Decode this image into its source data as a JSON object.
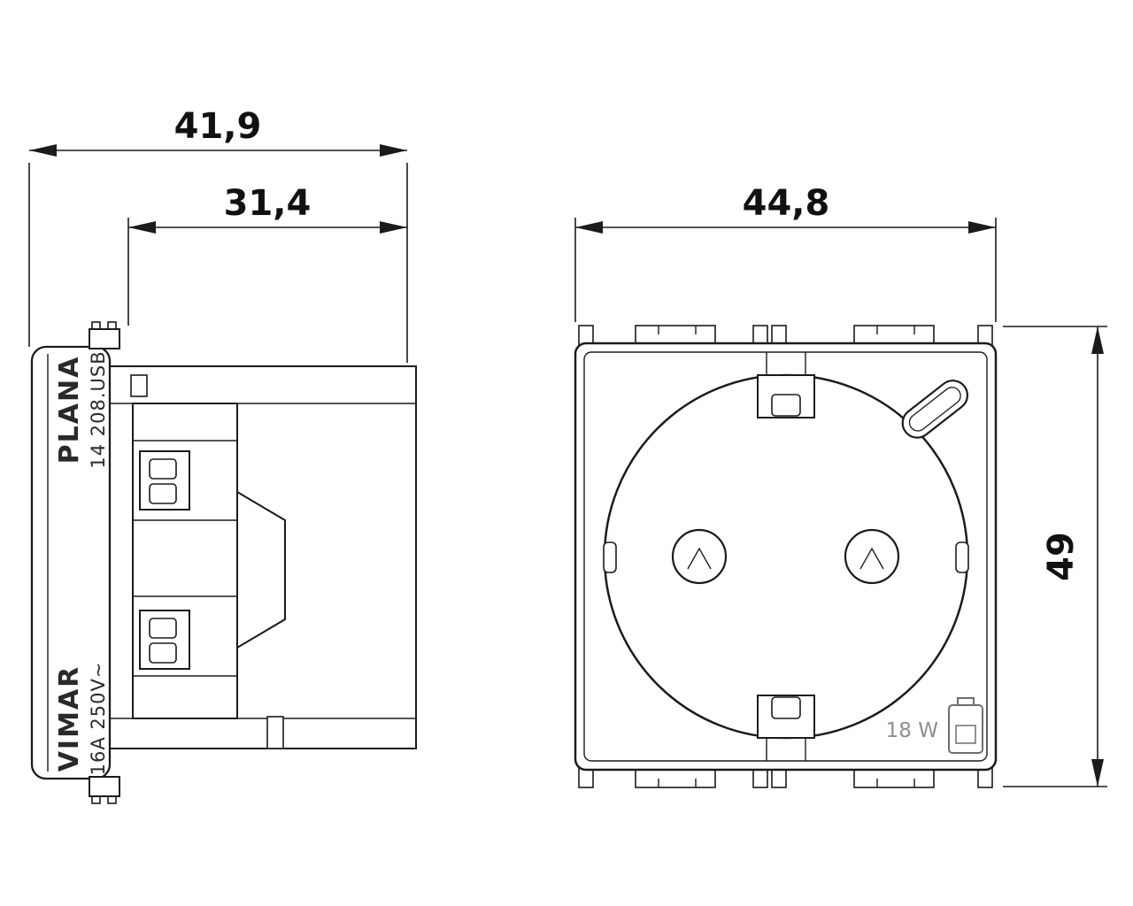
{
  "drawing": {
    "title": "socket-dimensional-drawing",
    "dimensions": {
      "side_total_depth": "41,9",
      "side_body_depth": "31,4",
      "front_width": "44,8",
      "front_height": "49"
    },
    "side_labels": {
      "series": "PLANA",
      "article": "14 208.USB",
      "brand": "VIMAR",
      "rating": "16A 250V~"
    },
    "front_labels": {
      "usb_power": "18 W"
    },
    "colors": {
      "line": "#1b1b1b",
      "muted": "#8f8f8f"
    }
  }
}
